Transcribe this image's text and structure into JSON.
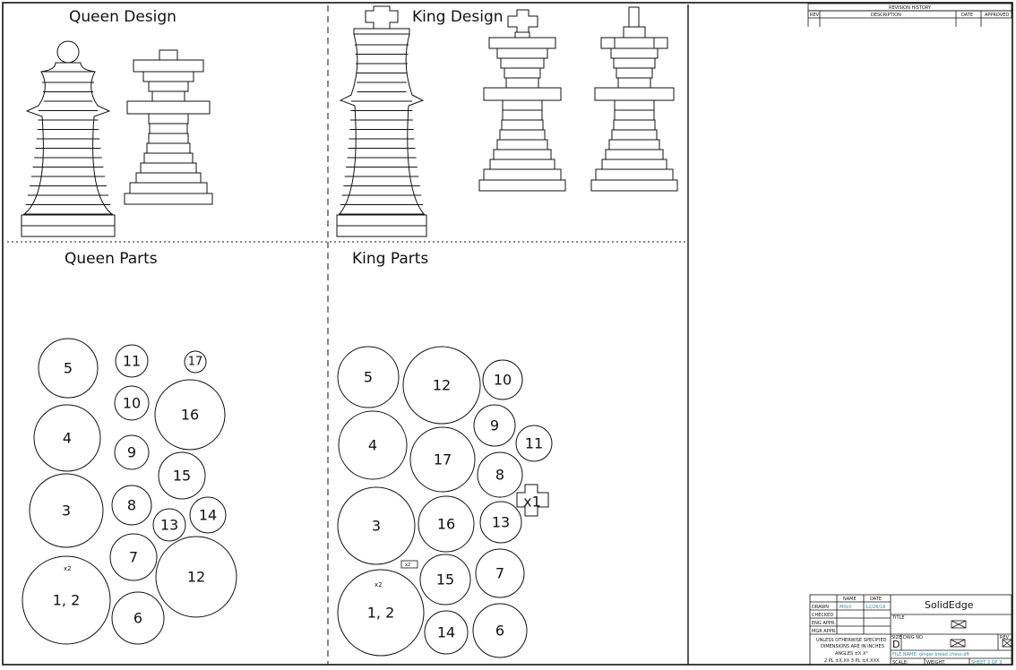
{
  "sections": {
    "queen_design": "Queen Design",
    "king_design": "King Design",
    "queen_parts": "Queen Parts",
    "king_parts": "King Parts"
  },
  "queen_parts": [
    {
      "label": "5"
    },
    {
      "label": "11"
    },
    {
      "label": "17"
    },
    {
      "label": "10"
    },
    {
      "label": "16"
    },
    {
      "label": "4"
    },
    {
      "label": "9"
    },
    {
      "label": "15"
    },
    {
      "label": "3"
    },
    {
      "label": "8"
    },
    {
      "label": "13"
    },
    {
      "label": "14"
    },
    {
      "label": "7"
    },
    {
      "label": "12"
    },
    {
      "label": "1, 2"
    },
    {
      "label": "6"
    }
  ],
  "queen_x2": "x2",
  "king_parts": [
    {
      "label": "5"
    },
    {
      "label": "12"
    },
    {
      "label": "10"
    },
    {
      "label": "4"
    },
    {
      "label": "9"
    },
    {
      "label": "11"
    },
    {
      "label": "17"
    },
    {
      "label": "8"
    },
    {
      "label": "3"
    },
    {
      "label": "16"
    },
    {
      "label": "13"
    },
    {
      "label": "15"
    },
    {
      "label": "7"
    },
    {
      "label": "1, 2"
    },
    {
      "label": "14"
    },
    {
      "label": "6"
    }
  ],
  "king_x2": "x2",
  "king_x2_box": "x2",
  "king_cross_label": "x1",
  "revision": {
    "title": "REVISION HISTORY",
    "headers": [
      "REV",
      "DESCRIPTION",
      "DATE",
      "APPROVED"
    ]
  },
  "title_block": {
    "col_name": "NAME",
    "col_date": "DATE",
    "rows": [
      {
        "label": "DRAWN",
        "name": "Mitch",
        "date": "12/26/16"
      },
      {
        "label": "CHECKED",
        "name": "",
        "date": ""
      },
      {
        "label": "ENG APPR.",
        "name": "",
        "date": ""
      },
      {
        "label": "MGR APPR.",
        "name": "",
        "date": ""
      }
    ],
    "notes": [
      "UNLESS OTHERWISE SPECIFIED",
      "DIMENSIONS ARE IN INCHES",
      "ANGLES ±X.X°",
      "2 PL ±X.XX  3 PL ±X.XXX"
    ],
    "company": "SolidEdge",
    "title_label": "TITLE",
    "size_label": "SIZE",
    "size_value": "D",
    "dwg_label": "DWG NO",
    "rev_label": "REV",
    "file_name": "FILE NAME: ginger bread chess.dft",
    "scale": "SCALE:",
    "weight": "WEIGHT:",
    "sheet": "SHEET 3 OF 3"
  },
  "colors": {
    "ink": "#111111",
    "accent": "#2a8fa8"
  }
}
